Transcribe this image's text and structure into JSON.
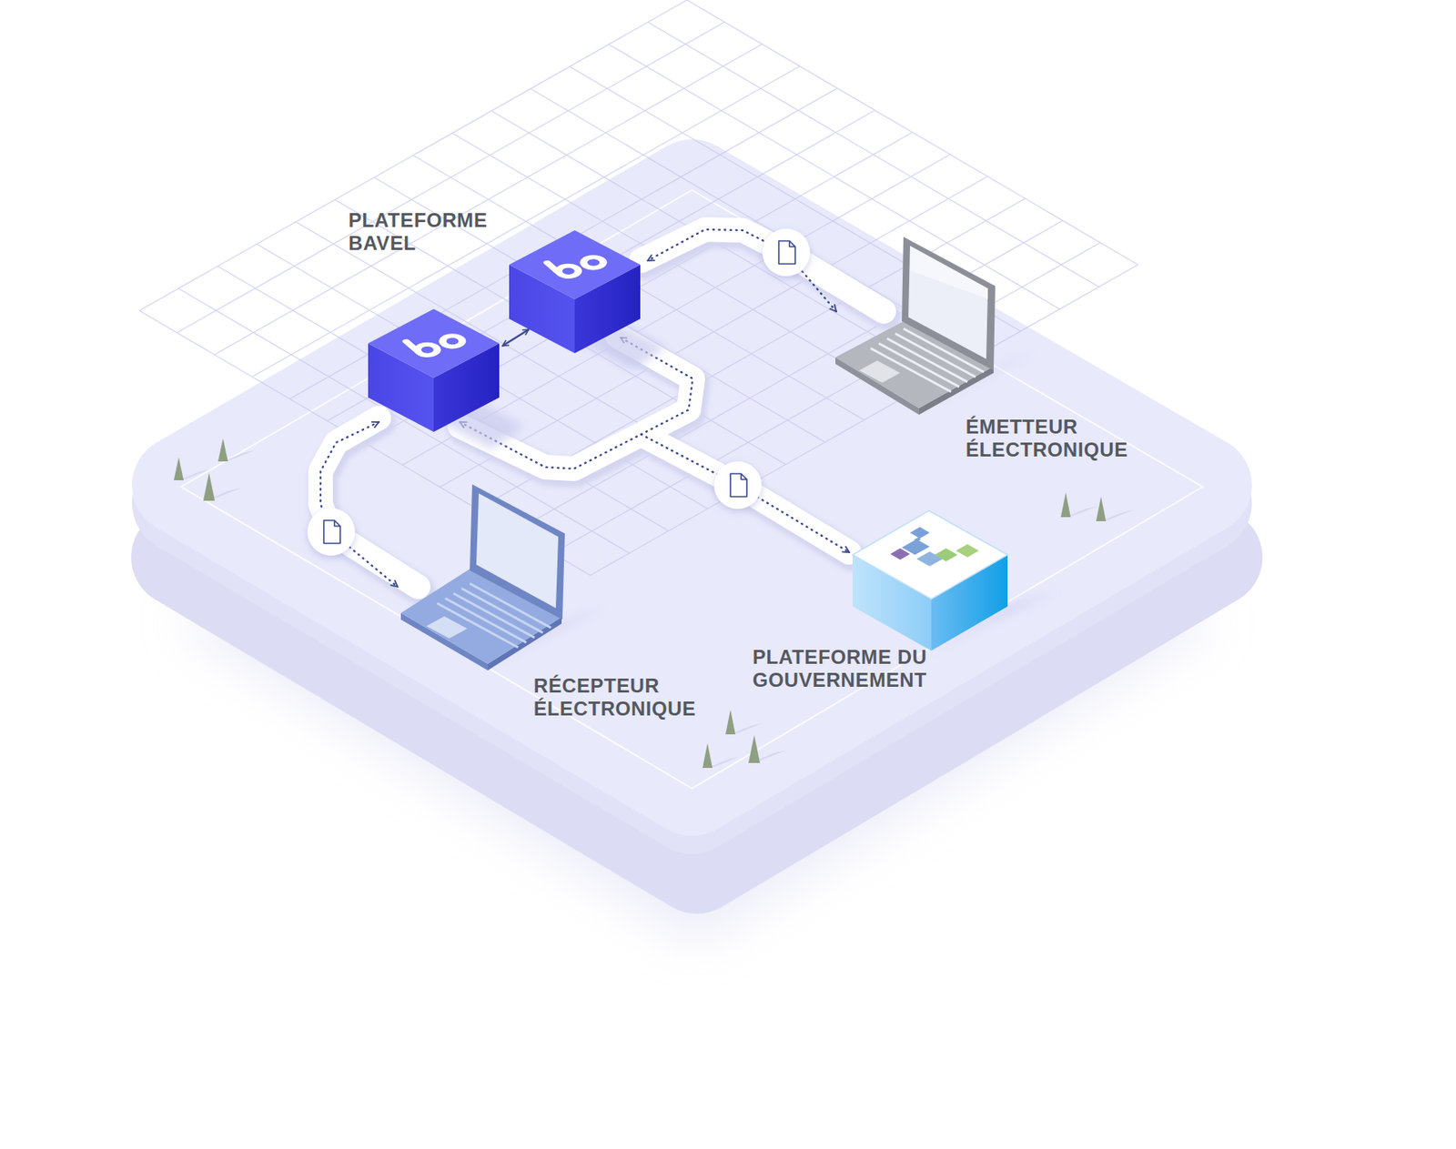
{
  "diagram": {
    "nodes": [
      {
        "text": [
          "PLATEFORME BAVEL"
        ]
      },
      {
        "text": [
          "ÉMETTEUR ÉLECTRONIQUE"
        ]
      },
      {
        "text": [
          "RÉCEPTEUR ÉLECTRONIQUE"
        ]
      },
      {
        "text": [
          "PLATEFORME DU GOUVERNEMENT"
        ]
      }
    ],
    "edges": [
      {
        "from": 1,
        "to": 0,
        "arrow": "both"
      },
      {
        "from": 0,
        "to": 2,
        "arrow": "both"
      },
      {
        "from": 0,
        "to": 3,
        "arrow": "both"
      }
    ]
  }
}
